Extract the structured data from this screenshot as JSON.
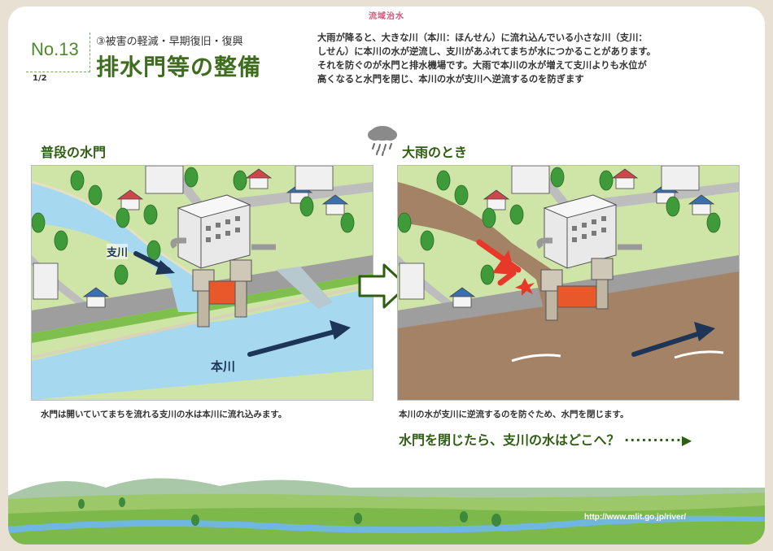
{
  "header": {
    "tag": "流域治水",
    "number": "No.13",
    "page": "1/2",
    "subtitle": "③被害の軽減・早期復旧・復興",
    "title": "排水門等の整備"
  },
  "description": [
    "大雨が降ると、大きな川（本川：ほんせん）に流れ込んでいる小さな川（支川：",
    "しせん）に本川の水が逆流し、支川があふれてまちが水につかることがあります。",
    "それを防ぐのが水門と排水機場です。大雨で本川の水が増えて支川よりも水位が",
    "高くなると水門を閉じ、本川の水が支川へ逆流するのを防ぎます"
  ],
  "left_panel": {
    "heading": "普段の水門",
    "tributary_label": "支川",
    "main_river_label": "本川",
    "caption": "水門は開いていてまちを流れる支川の水は本川に流れ込みます。"
  },
  "right_panel": {
    "heading": "大雨のとき",
    "caption": "本川の水が支川に逆流するのを防ぐため、水門を閉じます。"
  },
  "question": "水門を閉じたら、支川の水はどこへ？",
  "footer": {
    "url": "http://www.mlit.go.jp/river/"
  },
  "colors": {
    "title_green": "#3f6d1e",
    "water_normal": "#a6d8f0",
    "water_flood": "#a48266",
    "gate_orange": "#e8582a",
    "arrow_navy": "#1d3557",
    "arrow_red": "#e8382a"
  }
}
